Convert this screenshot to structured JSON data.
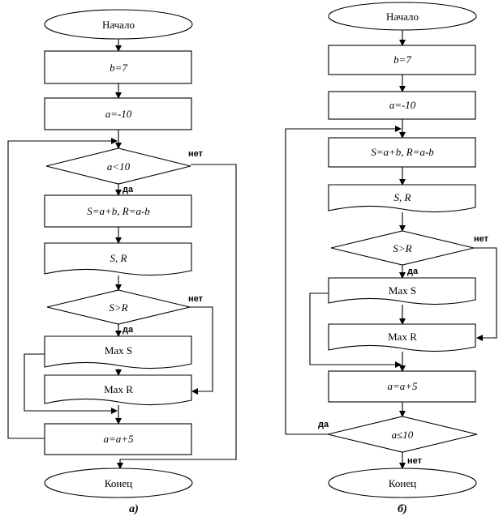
{
  "a": {
    "start": "Начало",
    "b_assign": "b=7",
    "a_assign": "a=-10",
    "cond_loop": "a<10",
    "calc": "S=a+b, R=a-b",
    "output": "S, R",
    "cond_cmp": "S>R",
    "max_s": "Max S",
    "max_r": "Max R",
    "incr": "a=a+5",
    "end": "Конец",
    "yes1": "да",
    "no1": "нет",
    "yes2": "да",
    "no2": "нет",
    "caption": "а)"
  },
  "b": {
    "start": "Начало",
    "b_assign": "b=7",
    "a_assign": "a=-10",
    "calc": "S=a+b, R=a-b",
    "output": "S, R",
    "cond_cmp": "S>R",
    "max_s": "Max S",
    "max_r": "Max R",
    "incr": "a=a+5",
    "cond_loop": "a≤10",
    "end": "Конец",
    "yes_cmp": "да",
    "no_cmp": "нет",
    "yes_loop": "да",
    "no_loop": "нет",
    "caption": "б)"
  }
}
